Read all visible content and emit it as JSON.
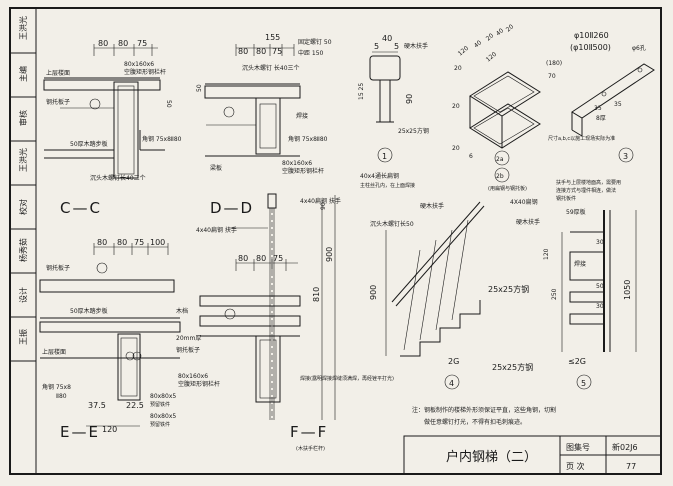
{
  "sidebar": {
    "cells": [
      "王洪光",
      "主编",
      "审核",
      "王洪光",
      "校对",
      "杨秀茹",
      "设计",
      "王振"
    ]
  },
  "section_labels": {
    "cc": "C—C",
    "dd": "D—D",
    "ee": "E—E",
    "ff": "F—F"
  },
  "dims": {
    "cc_top": [
      "80",
      "80",
      "75"
    ],
    "dd_top": [
      "155",
      "80",
      "80",
      "75"
    ],
    "ee_top": [
      "80",
      "80",
      "75",
      "100"
    ],
    "ee_top2": [
      "80",
      "80",
      "75",
      "100"
    ],
    "d1_top": [
      "5",
      "40",
      "5"
    ],
    "d2_top": [
      "120",
      "40",
      "20",
      "40",
      "20",
      "20",
      "120"
    ],
    "d3_top": [
      "φ10Ⅱ260",
      "(φ10Ⅱ500)",
      "(180)",
      "70",
      "φ6孔"
    ],
    "d4": [
      "900",
      "25x25方钢",
      "2G",
      "25x25方钢"
    ],
    "d5": [
      "30",
      "50",
      "30",
      "120",
      "250",
      "1050",
      "≤2G"
    ],
    "ee_bottom": [
      "37.5",
      "22.5",
      "120"
    ],
    "ff": [
      "810",
      "900",
      "90",
      "30"
    ]
  },
  "notes": {
    "cc_bolt_top": "80x160x6",
    "cc_bolt_top2": "空腹矩形钢栏杆",
    "cc_floor": "上层楼面",
    "cc_plate": "钢托板子",
    "cc_step": "50厚木踏步板",
    "cc_angle": "角钢 75x8Ⅱ80",
    "cc_screw": "沉头木螺钉长40三个",
    "dd_screw": "沉头木螺钉 长40三个",
    "dd_angle": "角钢 75x8Ⅱ80",
    "dd_weld": "焊接",
    "dd_beam_a": "80x160x6",
    "dd_beam_b": "空腹矩形钢栏杆",
    "dd_slab": "梁板",
    "dd_fix": "固定螺钉 50",
    "dd_mid": "中距 150",
    "ff_block": "4x40扁钢 扶手",
    "ff_rail": "4x40扁钢 扶手",
    "ff_weld": "焊接(露明焊接焊缝须满焊，再经锉平打光)",
    "ff_caption": "(木扶手栏杆)",
    "ee_floor": "上层楼面",
    "ee_plate": "钢托板子",
    "ee_step": "50厚木踏步板",
    "ee_beam": "木档",
    "ee_20mm": "20mm厚",
    "ee_steel": "钢托板子",
    "ee_angle": "角钢 75x8",
    "ee_angle2": "Ⅱ80",
    "ee_rect": "80x160x6",
    "ee_rect2": "空腹矩形钢栏杆",
    "ee_pl1": "80x80x5",
    "ee_pl1b": "预留铁件",
    "ee_pl2": "80x80x5",
    "ee_pl2b": "预留铁件",
    "d1_hand": "硬木扶手",
    "d1_sq": "25x25方钢",
    "d1_bolt": "40x4通长扁钢",
    "d1_bolt2": "主柱丝孔内，在上面焊接",
    "d2_sub": "(用扁钢与钢托板)",
    "d3_note": "尺寸a,b,c以施工现场实际为准",
    "d3_ang": "8厚",
    "d4_hand": "硬木扶手",
    "d4_screw": "沉头木螺钉长50",
    "d5_a": "扶手与上层楼地面高，需要用",
    "d5_b": "连接方式与埋件相连，做法",
    "d5_c": "钢托板件",
    "d5_d": "59厚板",
    "d5_hand": "硬木扶手",
    "d5_rail": "4X40扁钢",
    "d5_weld": "焊接",
    "bottom_note_a": "注：钢板制作的楼梯外形须保证平直，这些角钢，切割",
    "bottom_note_b": "做任意螺钉打光，不得有扣毛刺痕迹。"
  },
  "circles": {
    "d1": "1",
    "d2a": "2a",
    "d2b": "2b",
    "d3": "3",
    "d4": "4",
    "d5": "5"
  },
  "titleblock": {
    "title": "户内钢梯（二）",
    "atlas_label": "图集号",
    "atlas_value": "新02J6",
    "page_label": "页  次",
    "page_value": "77"
  }
}
